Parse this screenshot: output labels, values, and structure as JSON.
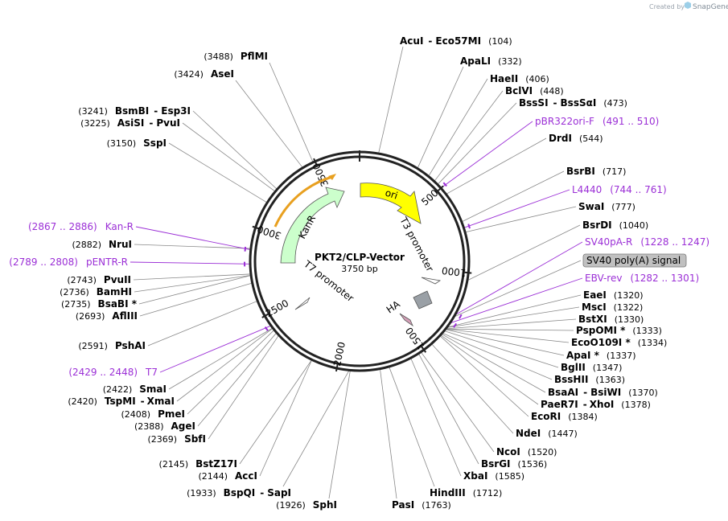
{
  "header": {
    "credit_prefix": "Created by",
    "brand": "SnapGene"
  },
  "plasmid": {
    "name": "PKT2/CLP-Vector",
    "size": "3750 bp",
    "length": 3750
  },
  "ticks": [
    "500",
    "1000",
    "1500",
    "2000",
    "2500",
    "3000",
    "3500"
  ],
  "features": {
    "ori": "ori",
    "kanr": "KanR",
    "t3": "T3 promoter",
    "t7": "T7 promoter",
    "ha": "HA"
  },
  "sv40_box": "SV40 poly(A) signal",
  "enzymes": [
    {
      "name": "AcuI",
      "sep": "-",
      "name2": "Eco57MI",
      "pos": "(104)"
    },
    {
      "name": "ApaLI",
      "pos": "(332)"
    },
    {
      "name": "HaeII",
      "pos": "(406)"
    },
    {
      "name": "BclVI",
      "pos": "(448)"
    },
    {
      "name": "BssSI",
      "sep": "-",
      "name2": "BssSαI",
      "pos": "(473)"
    },
    {
      "name": "DrdI",
      "pos": "(544)"
    },
    {
      "name": "BsrBI",
      "pos": "(717)"
    },
    {
      "name": "SwaI",
      "pos": "(777)"
    },
    {
      "name": "BsrDI",
      "pos": "(1040)"
    },
    {
      "name": "EaeI",
      "pos": "(1320)"
    },
    {
      "name": "MscI",
      "pos": "(1322)"
    },
    {
      "name": "BstXI",
      "pos": "(1330)"
    },
    {
      "name": "PspOMI *",
      "pos": "(1333)"
    },
    {
      "name": "EcoO109I *",
      "pos": "(1334)"
    },
    {
      "name": "ApaI *",
      "pos": "(1337)"
    },
    {
      "name": "BglII",
      "pos": "(1347)"
    },
    {
      "name": "BssHII",
      "pos": "(1363)"
    },
    {
      "name": "BsaAI",
      "sep": "-",
      "name2": "BsiWI",
      "pos": "(1370)"
    },
    {
      "name": "PaeR7I",
      "sep": "-",
      "name2": "XhoI",
      "pos": "(1378)"
    },
    {
      "name": "EcoRI",
      "pos": "(1384)"
    },
    {
      "name": "NdeI",
      "pos": "(1447)"
    },
    {
      "name": "NcoI",
      "pos": "(1520)"
    },
    {
      "name": "BsrGI",
      "pos": "(1536)"
    },
    {
      "name": "XbaI",
      "pos": "(1585)"
    },
    {
      "name": "HindIII",
      "pos": "(1712)"
    },
    {
      "name": "PasI",
      "pos": "(1763)"
    },
    {
      "name": "SphI",
      "pos": "(1926)"
    },
    {
      "name": "BspQI",
      "sep": "-",
      "name2": "SapI",
      "pos": "(1933)"
    },
    {
      "name": "AccI",
      "pos": "(2144)"
    },
    {
      "name": "BstZ17I",
      "pos": "(2145)"
    },
    {
      "name": "SbfI",
      "pos": "(2369)"
    },
    {
      "name": "AgeI",
      "pos": "(2388)"
    },
    {
      "name": "PmeI",
      "pos": "(2408)"
    },
    {
      "name": "TspMI",
      "sep": "-",
      "name2": "XmaI",
      "pos": "(2420)"
    },
    {
      "name": "SmaI",
      "pos": "(2422)"
    },
    {
      "name": "PshAI",
      "pos": "(2591)"
    },
    {
      "name": "AflIII",
      "pos": "(2693)"
    },
    {
      "name": "BsaBI *",
      "pos": "(2735)"
    },
    {
      "name": "BamHI",
      "pos": "(2736)"
    },
    {
      "name": "PvuII",
      "pos": "(2743)"
    },
    {
      "name": "NruI",
      "pos": "(2882)"
    },
    {
      "name": "SspI",
      "pos": "(3150)"
    },
    {
      "name": "AsiSI",
      "sep": "-",
      "name2": "PvuI",
      "pos": "(3225)"
    },
    {
      "name": "BsmBI",
      "sep": "-",
      "name2": "Esp3I",
      "pos": "(3241)"
    },
    {
      "name": "AseI",
      "pos": "(3424)"
    },
    {
      "name": "PflMI",
      "pos": "(3488)"
    }
  ],
  "primers": [
    {
      "name": "pBR322ori-F",
      "pos": "(491 .. 510)"
    },
    {
      "name": "L4440",
      "pos": "(744 .. 761)"
    },
    {
      "name": "SV40pA-R",
      "pos": "(1228 .. 1247)"
    },
    {
      "name": "EBV-rev",
      "pos": "(1282 .. 1301)"
    },
    {
      "name": "T7",
      "pos": "(2429 .. 2448)"
    },
    {
      "name": "pENTR-R",
      "pos": "(2789 .. 2808)"
    },
    {
      "name": "Kan-R",
      "pos": "(2867 .. 2886)"
    }
  ],
  "colors": {
    "ori": "#ffff00",
    "kanr": "#ccffcc",
    "purple": "#9b2fd6",
    "sv40box": "#c0c0c0",
    "amber": "#e8a020"
  }
}
